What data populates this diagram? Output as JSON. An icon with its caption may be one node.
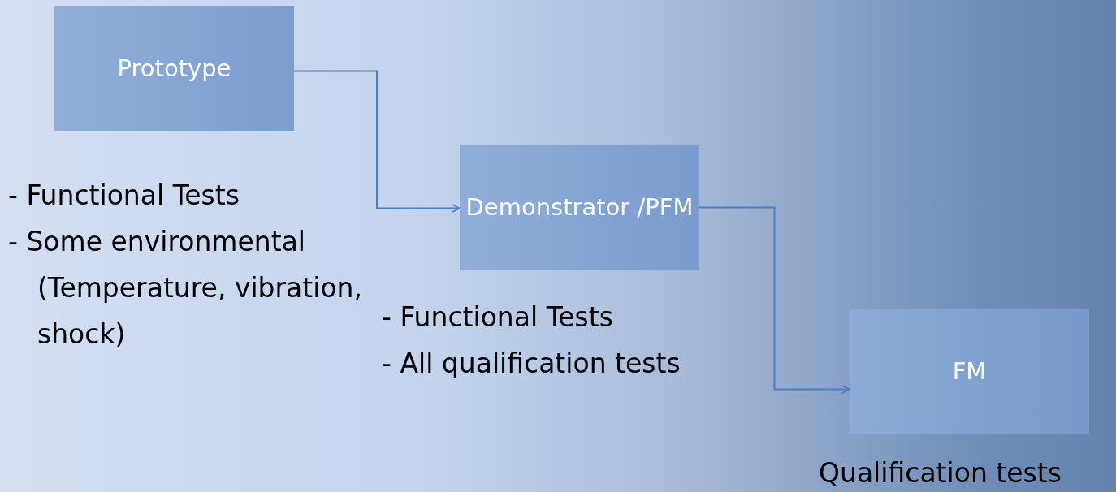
{
  "diagram": {
    "nodes": [
      {
        "text": [
          "Prototype"
        ],
        "beside": [
          "- Functional Tests",
          "- Some environmental (Temperature, vibration, shock)"
        ]
      },
      {
        "text": [
          "Demonstrator /PFM"
        ],
        "beside": [
          "- Functional Tests",
          "- All qualification tests"
        ]
      },
      {
        "text": [
          "FM"
        ],
        "beside": [
          "Qualification tests"
        ]
      }
    ],
    "edges": [
      {
        "from": 0,
        "to": 1,
        "arrow": "to"
      },
      {
        "from": 1,
        "to": 2,
        "arrow": "to"
      }
    ]
  }
}
